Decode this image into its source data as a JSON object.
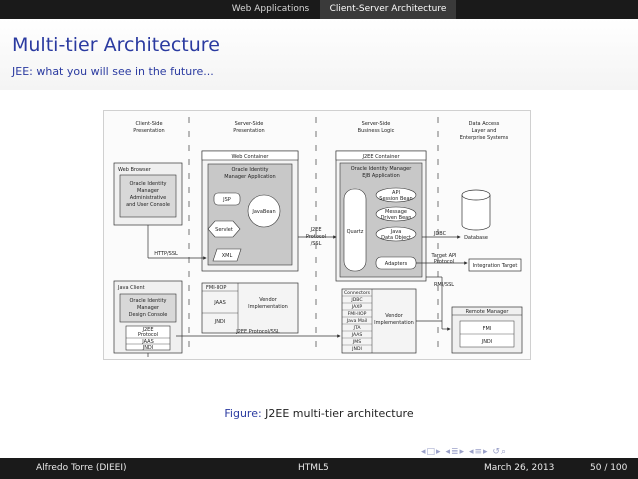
{
  "header": {
    "nav_items": [
      "Web Applications",
      "Client-Server Architecture"
    ],
    "title": "Multi-tier Architecture",
    "subtitle": "JEE: what you will see in the future..."
  },
  "diagram": {
    "columns": {
      "client": [
        "Client-Side",
        "Presentation"
      ],
      "server": [
        "Server-Side",
        "Presentation"
      ],
      "business": [
        "Server-Side",
        "Business Logic"
      ],
      "data": [
        "Data Access",
        "Layer and",
        "Enterprise Systems"
      ]
    },
    "web_browser": {
      "title": "Web Browser",
      "console": [
        "Oracle Identity",
        "Manager",
        "Administrative",
        "and User Console"
      ]
    },
    "java_client": {
      "title": "Java Client",
      "console": [
        "Oracle Identity",
        "Manager",
        "Design Console"
      ],
      "items": [
        "J2EE",
        "Protocol",
        "JAAS",
        "JNDI"
      ]
    },
    "web_container": {
      "title": "Web Container",
      "app": [
        "Oracle Identity",
        "Manager Application"
      ],
      "jsp": "JSP",
      "javabean": "JavaBean",
      "servlet": "Servlet",
      "xml": "XML"
    },
    "fmi_box": {
      "items": [
        "FMI-IIOP",
        "JAAS",
        "JNDI"
      ],
      "vendor": [
        "Vendor",
        "Implementation"
      ]
    },
    "j2ee_container": {
      "title": "J2EE Container",
      "app": [
        "Oracle Identity Manager",
        "EJB Application"
      ],
      "quartz": "Quartz",
      "api_bean": [
        "API",
        "Session Bean"
      ],
      "mdb": [
        "Message",
        "Driven Bean"
      ],
      "jdo": [
        "Java",
        "Data Object"
      ],
      "adapters": "Adapters"
    },
    "connectors_box": {
      "items": [
        "Connectors",
        "JDBC",
        "JAXP",
        "FMI-IIOP",
        "Java Mail",
        "JTA",
        "JAAS",
        "JMS",
        "JNDI"
      ],
      "vendor": [
        "Vendor",
        "Implementation"
      ]
    },
    "database": "Database",
    "integration_target": "Integration Target",
    "remote_manager": {
      "title": "Remote Manager",
      "items": [
        "FMI",
        "JNDI"
      ]
    },
    "edge_labels": {
      "http_ssl": "HTTP/SSL",
      "j2ee_protocol_ssl": [
        "J2EE",
        "Protocol",
        "/SSL"
      ],
      "jdbc": "JDBC",
      "target_api": [
        "Target API",
        "Protocol"
      ],
      "rmi_ssl": "RMI/SSL",
      "j2ee_protocol_ssl_long": "J2EE Protocol/SSL"
    }
  },
  "caption": {
    "prefix": "Figure:",
    "text": "J2EE multi-tier architecture"
  },
  "footer": {
    "author": "Alfredo Torre  (DIEEI)",
    "short_title": "HTML5",
    "date": "March 26, 2013",
    "page": "50 / 100"
  },
  "beamer_nav_icons": [
    "frame-prev-icon",
    "frame-next-icon",
    "section-prev-icon",
    "section-next-icon",
    "subsection-icon",
    "search-icon"
  ]
}
